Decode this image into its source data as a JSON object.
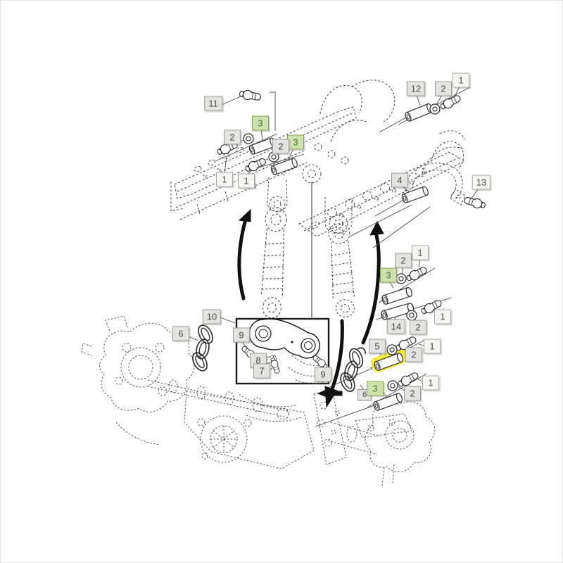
{
  "diagram": {
    "kind": "exploded-parts-diagram",
    "subject": "front axle suspension linkage assembly",
    "background_color": "#ffffff",
    "line_color": "#4b4b4b",
    "highlight_color": "#f2ea3e",
    "highlighted_part": "5",
    "emphasized_parts": [
      "3"
    ],
    "callout_styles": {
      "plain": {
        "bg": "#f5f5f3",
        "border": "#a9a9a7",
        "text": "#4c4c4c"
      },
      "gray": {
        "bg": "#e3e3e1",
        "border": "#9c9c9a",
        "text": "#4c4c4c"
      },
      "green": {
        "bg": "#cfe0ae",
        "border": "#86a557",
        "text": "#3b7d2a"
      }
    },
    "callouts": [
      {
        "text": "11",
        "style": "gray"
      },
      {
        "text": "3",
        "style": "green"
      },
      {
        "text": "2",
        "style": "gray"
      },
      {
        "text": "3",
        "style": "green"
      },
      {
        "text": "2",
        "style": "gray"
      },
      {
        "text": "1",
        "style": "plain"
      },
      {
        "text": "1",
        "style": "plain"
      },
      {
        "text": "12",
        "style": "gray"
      },
      {
        "text": "2",
        "style": "gray"
      },
      {
        "text": "1",
        "style": "plain"
      },
      {
        "text": "4",
        "style": "gray"
      },
      {
        "text": "13",
        "style": "plain"
      },
      {
        "text": "1",
        "style": "plain"
      },
      {
        "text": "2",
        "style": "gray"
      },
      {
        "text": "3",
        "style": "green"
      },
      {
        "text": "1",
        "style": "plain"
      },
      {
        "text": "14",
        "style": "gray"
      },
      {
        "text": "2",
        "style": "gray"
      },
      {
        "text": "5",
        "style": "gray"
      },
      {
        "text": "2",
        "style": "gray"
      },
      {
        "text": "1",
        "style": "plain"
      },
      {
        "text": "10",
        "style": "gray"
      },
      {
        "text": "6",
        "style": "gray"
      },
      {
        "text": "9",
        "style": "gray"
      },
      {
        "text": "8",
        "style": "gray"
      },
      {
        "text": "7",
        "style": "gray"
      },
      {
        "text": "9",
        "style": "gray"
      },
      {
        "text": "6",
        "style": "gray"
      },
      {
        "text": "3",
        "style": "green"
      },
      {
        "text": "2",
        "style": "gray"
      },
      {
        "text": "1",
        "style": "plain"
      }
    ]
  }
}
